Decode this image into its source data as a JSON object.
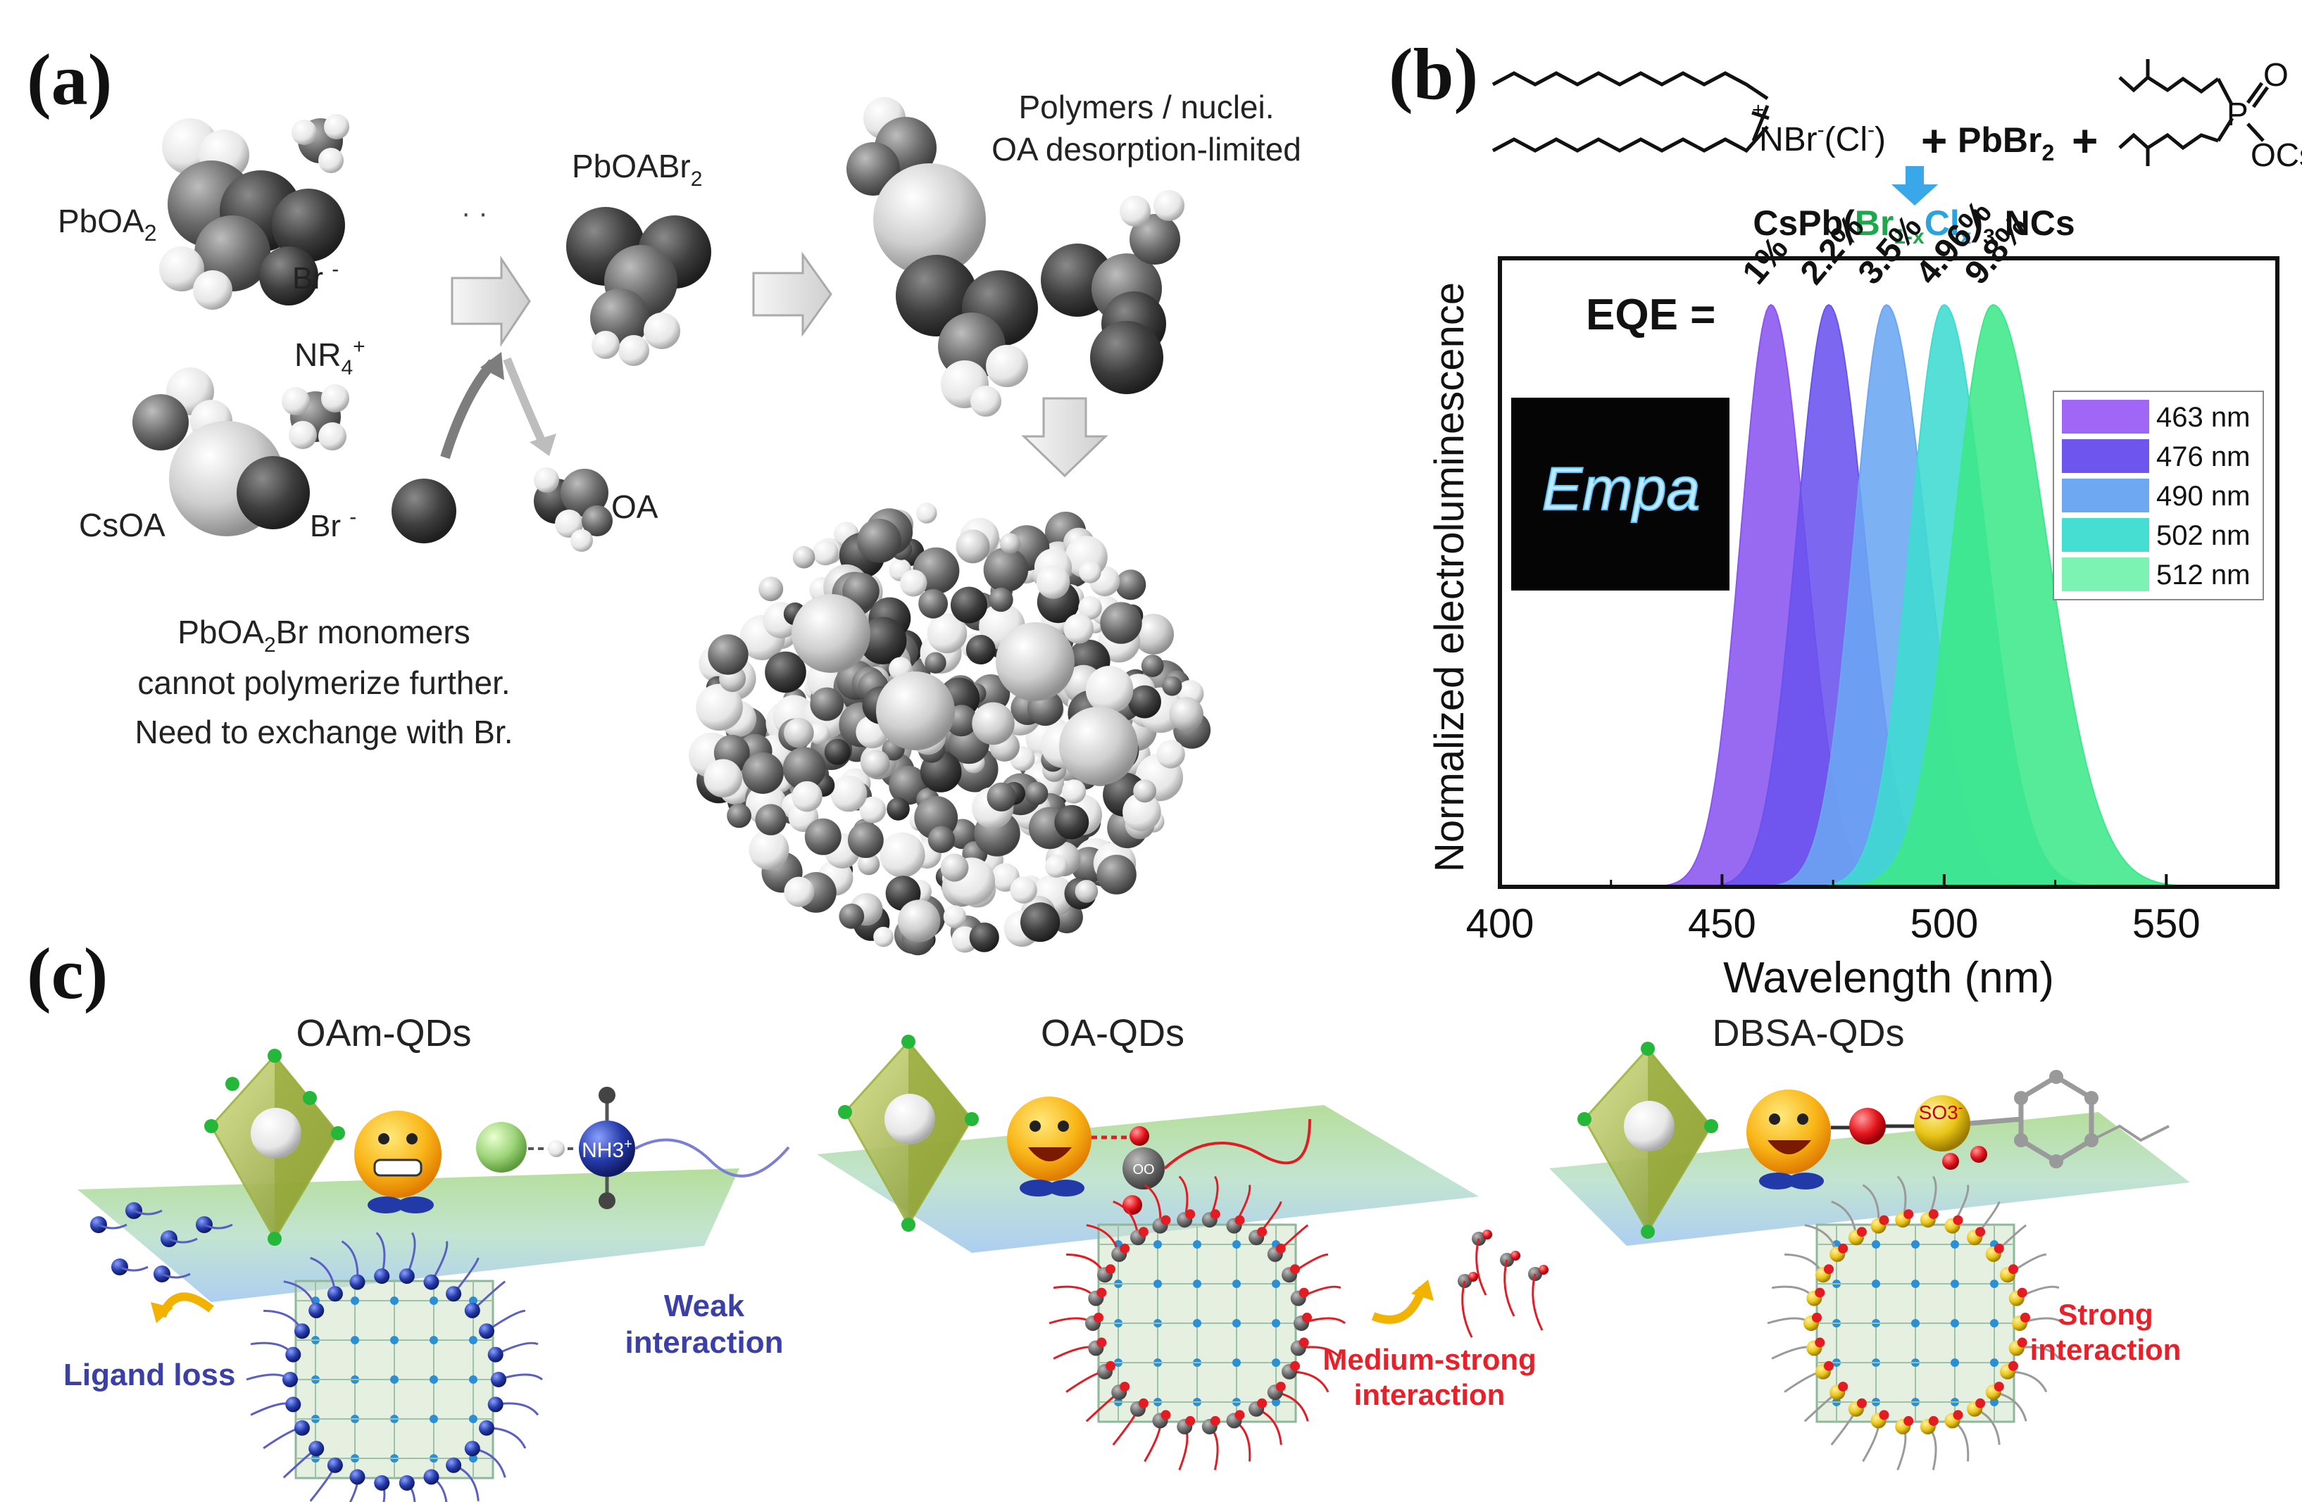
{
  "panel_a": {
    "label": "(a)",
    "pboa2": "PbOA",
    "pboa2_sub": "2",
    "br1": "Br ",
    "br1_sup": "-",
    "nr4": "NR",
    "nr4_sub": "4",
    "nr4_sup": "+",
    "csoa": "CsOA",
    "br2": "Br ",
    "br2_sup": "-",
    "dots": "· ·",
    "pboabr2": "PbOABr",
    "pboabr2_sub": "2",
    "oa": "OA",
    "polymers_line1": "Polymers / nuclei.",
    "polymers_line2": "OA desorption-limited",
    "note_line1_a": "PbOA",
    "note_line1_sub": "2",
    "note_line1_b": "Br monomers",
    "note_line2": "cannot polymerize further.",
    "note_line3": "Need to exchange with Br."
  },
  "panel_b": {
    "label": "(b)",
    "reagent_ammonium": "NBr",
    "reagent_ammonium_sup1": "-",
    "reagent_cl": "(Cl",
    "reagent_cl_sup": "-",
    "reagent_cl_close": ")",
    "plus1": "+",
    "pbbr2": "PbBr",
    "pbbr2_sub": "2",
    "plus2": "+",
    "p_atom": "P",
    "o_atom": "O",
    "ocs": "OCs",
    "plus_sup": "+",
    "product_prefix": "CsPb(",
    "product_br": "Br",
    "product_br_sub": "1-x",
    "product_cl": "Cl",
    "product_cl_sub": "x",
    "product_suffix": ")",
    "product_suffix_sub": "3",
    "product_ncs": " NCs",
    "logo_text": "Empa",
    "eqe_label": "EQE =",
    "colors": {
      "br": "#1fa84b",
      "cl": "#2aa3e0",
      "arrow": "#3aa7e8"
    }
  },
  "chart_data": {
    "type": "area",
    "xlabel": "Wavelength (nm)",
    "ylabel": "Normalized electroluminescence",
    "xlim": [
      400,
      575
    ],
    "ylim": [
      0,
      1.08
    ],
    "xticks": [
      "400",
      "450",
      "500",
      "550"
    ],
    "xtick_values": [
      400,
      450,
      500,
      550
    ],
    "legend_position": "top-right",
    "series": [
      {
        "name": "463 nm",
        "peak": 461,
        "fwhm_left": 16,
        "fwhm_right": 18,
        "amplitude": 1.0,
        "color": "#8a55ef",
        "eqe": "1%"
      },
      {
        "name": "476 nm",
        "peak": 474,
        "fwhm_left": 17,
        "fwhm_right": 19,
        "amplitude": 1.0,
        "color": "#6a52ee",
        "eqe": "2.2%"
      },
      {
        "name": "490 nm",
        "peak": 487,
        "fwhm_left": 17,
        "fwhm_right": 21,
        "amplitude": 1.0,
        "color": "#6aa6f2",
        "eqe": "3.5%"
      },
      {
        "name": "502 nm",
        "peak": 500,
        "fwhm_left": 18,
        "fwhm_right": 22,
        "amplitude": 1.0,
        "color": "#3fdbd0",
        "eqe": "4.96%"
      },
      {
        "name": "512 nm",
        "peak": 511,
        "fwhm_left": 21,
        "fwhm_right": 28,
        "amplitude": 1.0,
        "color": "#3ee88a",
        "eqe": "9.8%"
      }
    ],
    "legend_colors": [
      "#a066f5",
      "#6d55ee",
      "#6fa8f2",
      "#46ddd3",
      "#7cf2b3"
    ]
  },
  "panel_c": {
    "label": "(c)",
    "oam_title": "OAm-QDs",
    "oa_title": "OA-QDs",
    "dbsa_title": "DBSA-QDs",
    "nh3": "NH3",
    "nh3_sup": "+",
    "so3": "SO3",
    "so3_sup": "-",
    "oo": "OO",
    "ligand_loss": "Ligand loss",
    "weak_1": "Weak",
    "weak_2": "interaction",
    "medium_1": "Medium-strong",
    "medium_2": "interaction",
    "strong_1": "Strong",
    "strong_2": "interaction",
    "colors": {
      "weak": "#3b3fa8",
      "medium": "#e8202a",
      "strong": "#e8202a"
    }
  }
}
